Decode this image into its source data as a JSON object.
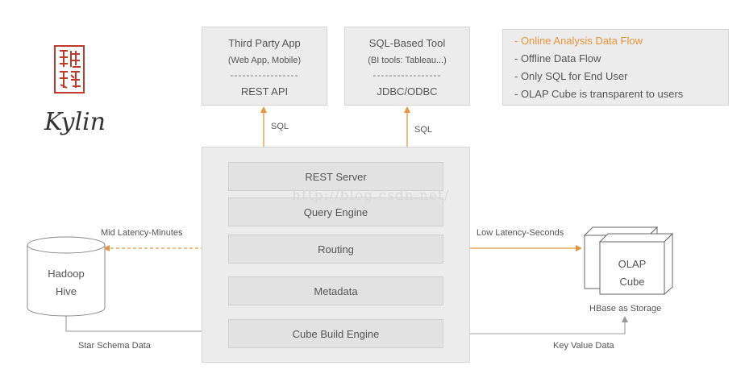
{
  "logo": {
    "text": "Kylin"
  },
  "clients": [
    {
      "title": "Third Party App",
      "subtitle": "(Web App, Mobile)",
      "separator": "-----------------",
      "api": "REST API",
      "protocol": "SQL"
    },
    {
      "title": "SQL-Based Tool",
      "subtitle": "(BI tools: Tableau...)",
      "separator": "-----------------",
      "api": "JDBC/ODBC",
      "protocol": "SQL"
    }
  ],
  "legend": {
    "items": [
      {
        "text": "- Online Analysis Data Flow",
        "active": true
      },
      {
        "text": "- Offline Data Flow",
        "active": false
      },
      {
        "text": "- Only SQL for End User",
        "active": false
      },
      {
        "text": "- OLAP Cube is transparent to users",
        "active": false
      }
    ],
    "active_color": "#e8943a"
  },
  "server": {
    "components": [
      "REST Server",
      "Query Engine",
      "Routing",
      "Metadata",
      "Cube Build Engine"
    ]
  },
  "source": {
    "line1": "Hadoop",
    "line2": "Hive"
  },
  "cube": {
    "line1": "OLAP",
    "line2": "Cube",
    "caption": "HBase as Storage"
  },
  "flows": {
    "mid_latency": "Mid Latency-Minutes",
    "low_latency": "Low Latency-Seconds",
    "star_schema": "Star Schema Data",
    "key_value": "Key Value Data"
  },
  "watermark": "http://blog.csdn.net/",
  "colors": {
    "online": "#e8943a",
    "offline": "#999999",
    "box": "#ececec"
  }
}
